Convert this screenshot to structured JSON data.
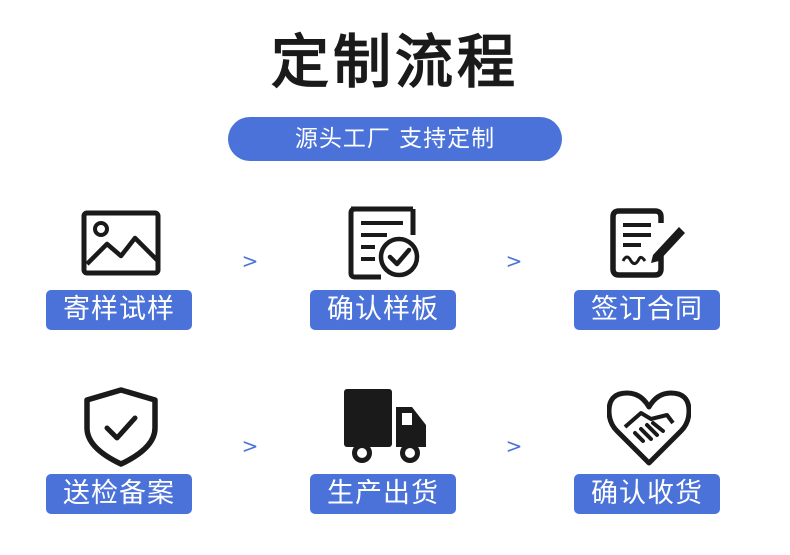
{
  "title": "定制流程",
  "subtitle": "源头工厂 支持定制",
  "arrow_glyph": ">",
  "accent_color": "#4a72d8",
  "steps": [
    {
      "label": "寄样试样",
      "icon": "image-icon"
    },
    {
      "label": "确认样板",
      "icon": "document-check-icon"
    },
    {
      "label": "签订合同",
      "icon": "contract-sign-icon"
    },
    {
      "label": "送检备案",
      "icon": "shield-check-icon"
    },
    {
      "label": "生产出货",
      "icon": "truck-icon"
    },
    {
      "label": "确认收货",
      "icon": "handshake-heart-icon"
    }
  ]
}
